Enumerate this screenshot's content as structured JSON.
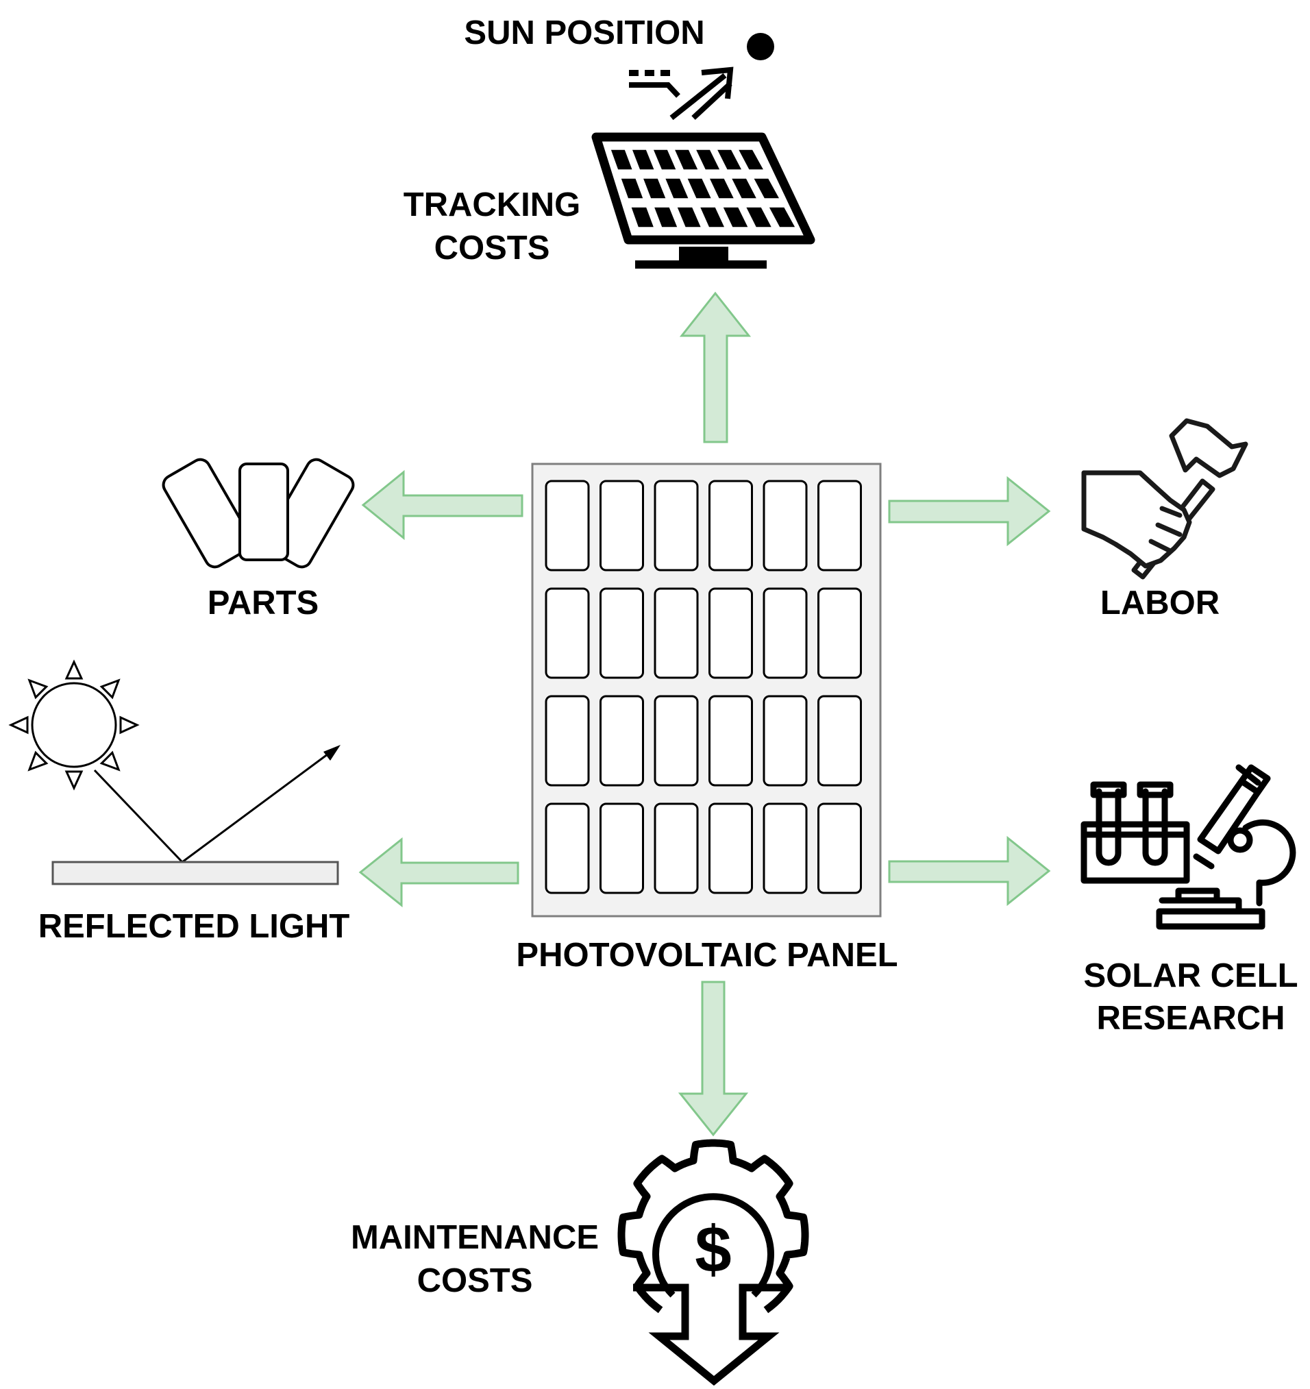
{
  "labels": {
    "sun_position": "SUN POSITION",
    "tracking_costs": [
      "TRACKING",
      "COSTS"
    ],
    "parts": "PARTS",
    "labor": "LABOR",
    "reflected_light": "REFLECTED LIGHT",
    "photovoltaic_panel": "PHOTOVOLTAIC PANEL",
    "solar_cell_research": [
      "SOLAR CELL",
      "RESEARCH"
    ],
    "maintenance_costs": [
      "MAINTENANCE",
      "COSTS"
    ]
  },
  "icons": {
    "center": "solar-panel-grid-icon",
    "top": "sun-tracking-solar-panel-icon",
    "left_top": "parts-cards-icon",
    "right_top": "hand-hammer-icon",
    "left_bottom": "reflected-light-icon",
    "right_bottom": "lab-microscope-icon",
    "bottom": "cost-gear-dollar-icon"
  },
  "panel": {
    "rows": 4,
    "cols": 6
  },
  "colors": {
    "arrow_fill": "#d3ead6",
    "arrow_stroke": "#82c78b",
    "panel_fill": "#f2f2f2",
    "panel_stroke": "#7f7f7f",
    "ink": "#000000"
  }
}
